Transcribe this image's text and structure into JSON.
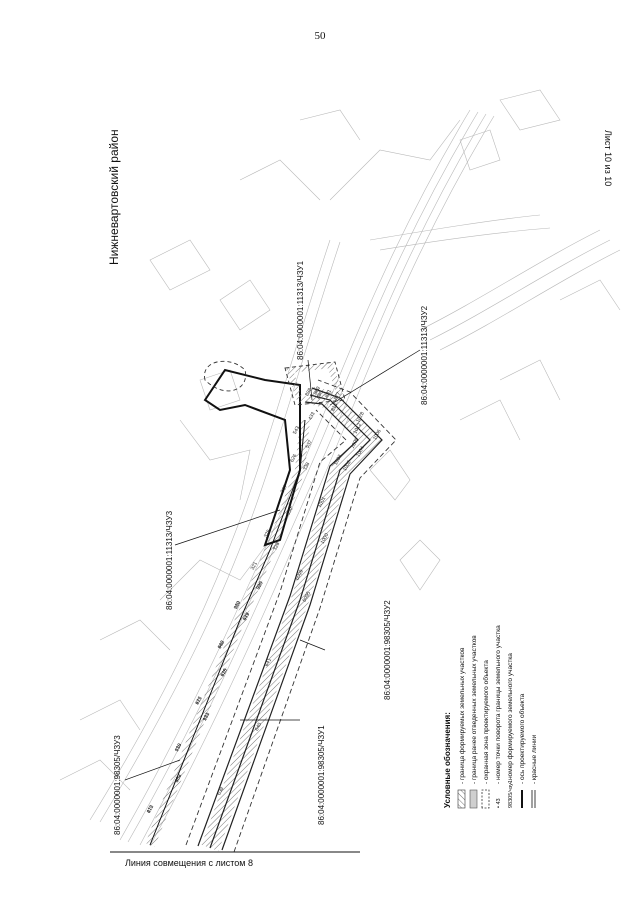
{
  "page_number": "50",
  "sheet_label": "Лист 10 из 10",
  "district_label": "Нижневартовский район",
  "match_line_label": "Линия совмещения с листом 8",
  "parcels": {
    "p1": "86:04:0000001:11313/ЧЗУ1",
    "p2": "86:04:0000001:11313/ЧЗУ2",
    "p3": "86:04:0000001:11313/ЧЗУ3",
    "p4": "86:04:0000001:98305/ЧЗУ1",
    "p5": "86:04:0000001:98305/ЧЗУ2",
    "p6": "86:04:0000001:98305/ЧЗУ3"
  },
  "legend": {
    "title": "Условные обозначения:",
    "items": [
      {
        "symbol": "hatch-fill",
        "label": "- граница формируемых земельных участков"
      },
      {
        "symbol": "gray-fill",
        "label": "- граница ранее отведенных земельных участков"
      },
      {
        "symbol": "dashed-box",
        "label": "- охранная зона проектируемого объекта"
      },
      {
        "symbol": "dot-number",
        "symbol_text": "• 43",
        "label": "- номер точки поворота границы земельного участка"
      },
      {
        "symbol": "parcel-code",
        "symbol_text": "98305/чзу1",
        "label": "- номер формируемого земельного участка"
      },
      {
        "symbol": "thick-line",
        "label": "- ось проектируемого объекта"
      },
      {
        "symbol": "double-line",
        "label": "- красные линии"
      }
    ]
  },
  "point_labels": [
    "415",
    "432",
    "130",
    "131",
    "417",
    "416",
    "442",
    "447",
    "319",
    "320",
    "321",
    "328",
    "329",
    "330",
    "337",
    "338",
    "626",
    "537",
    "543",
    "433",
    "639",
    "640",
    "641",
    "6095",
    "6099",
    "1000",
    "1001",
    "1002",
    "1003",
    "1004",
    "1005",
    "1006",
    "1012",
    "1028",
    "818",
    "877",
    "880",
    "881",
    "888",
    "880",
    "872",
    "888",
    "918",
    "923",
    "925",
    "928",
    "968",
    "979",
    "980",
    "990"
  ]
}
